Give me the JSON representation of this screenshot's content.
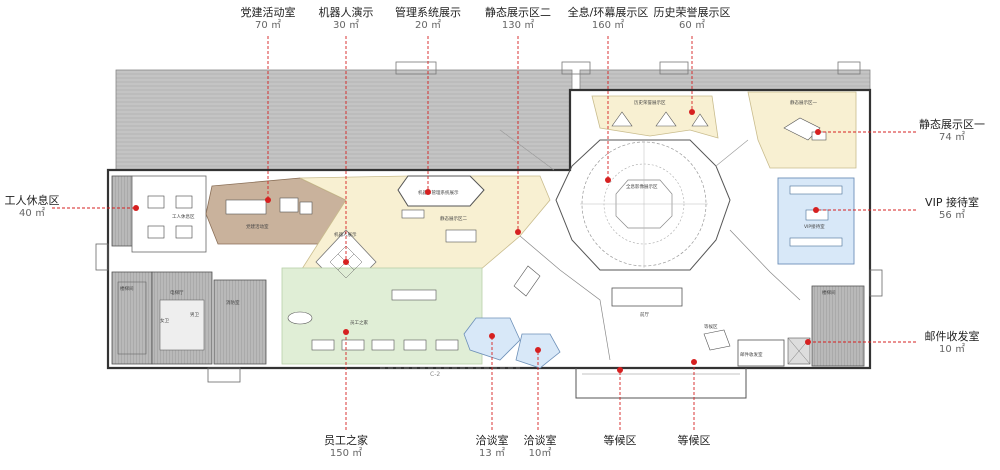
{
  "callouts": {
    "party_room": {
      "name": "党建活动室",
      "area": "70 ㎡"
    },
    "robot_demo": {
      "name": "机器人演示",
      "area": "30 ㎡"
    },
    "mgmt_system": {
      "name": "管理系统展示",
      "area": "20 ㎡"
    },
    "static_two": {
      "name": "静态展示区二",
      "area": "130 ㎡"
    },
    "holo": {
      "name": "全息/环幕展示区",
      "area": "160 ㎡"
    },
    "history": {
      "name": "历史荣誉展示区",
      "area": "60 ㎡"
    },
    "worker_rest": {
      "name": "工人休息区",
      "area": "40 ㎡"
    },
    "static_one": {
      "name": "静态展示区一",
      "area": "74 ㎡"
    },
    "vip": {
      "name": "VIP 接待室",
      "area": "56 ㎡"
    },
    "mail": {
      "name": "邮件收发室",
      "area": "10 ㎡"
    },
    "staff_home": {
      "name": "员工之家",
      "area": "150 ㎡"
    },
    "meet_a": {
      "name": "洽谈室",
      "area": "13 ㎡"
    },
    "meet_b": {
      "name": "洽谈室",
      "area": "10㎡"
    },
    "wait_a": {
      "name": "等候区"
    },
    "wait_b": {
      "name": "等候区"
    }
  },
  "plan_labels": {
    "rest_small": "工人休息区",
    "party_small": "党建活动室",
    "robot_small": "机器人展示",
    "mgmt_small": "机器人管理系统展示",
    "static_two_small": "静态展示区二",
    "holo_small": "全息影像展示区",
    "history_small": "历史荣誉展示区",
    "static_one_small": "静态展示区一",
    "vip_small": "VIP接待室",
    "staff_small": "员工之家",
    "hall_small": "前厅",
    "stairs_left": "楼梯间",
    "stairs_right": "楼梯间",
    "elevator": "电梯厅",
    "storage": "消防室",
    "wc_m": "男卫",
    "wc_f": "女卫",
    "mail_small": "邮件收发室",
    "wait_small": "等候区",
    "axis": "C-2"
  },
  "colors": {
    "accent": "#d62020",
    "party_fill": "#c9b29c",
    "exhibit_fill": "#f8f0d2",
    "staff_fill": "#e0eed6",
    "vip_fill": "#d8e8f8",
    "hatch": "#bdbdbd"
  }
}
